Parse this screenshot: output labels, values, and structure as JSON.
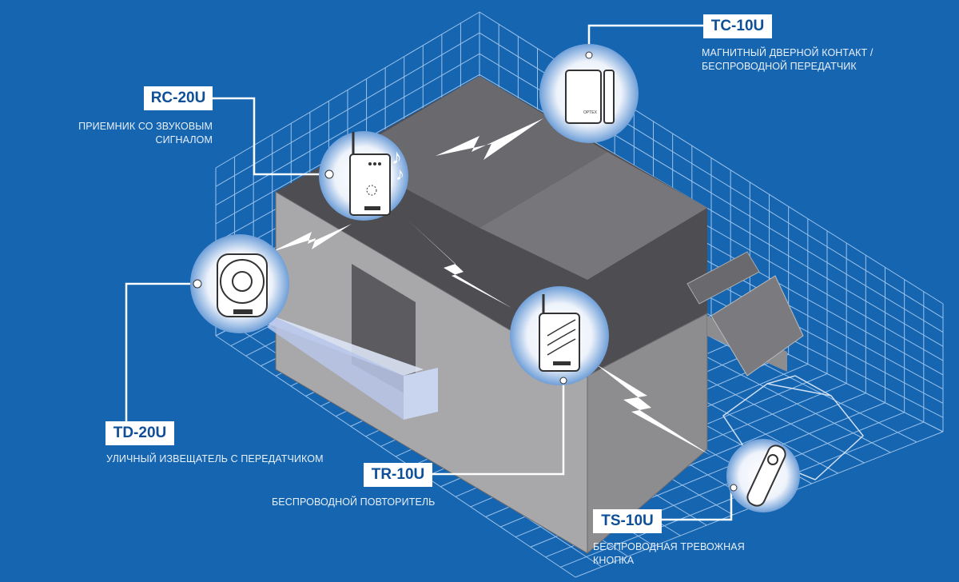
{
  "colors": {
    "background": "#1565b0",
    "grid": "#9cc2ea",
    "wall_light": "#a9a9ab",
    "wall_dark": "#5c5c60",
    "tag_text": "#0f4f97"
  },
  "devices": [
    {
      "model": "TC-10U",
      "description": [
        "МАГНИТНЫЙ ДВЕРНОЙ КОНТАКТ /",
        "БЕСПРОВОДНОЙ ПЕРЕДАТЧИК"
      ]
    },
    {
      "model": "RC-20U",
      "description": [
        "ПРИЕМНИК СО ЗВУКОВЫМ",
        "СИГНАЛОМ"
      ]
    },
    {
      "model": "TD-20U",
      "description": [
        "УЛИЧНЫЙ ИЗВЕЩАТЕЛЬ С ПЕРЕДАТЧИКОМ"
      ]
    },
    {
      "model": "TR-10U",
      "description": [
        "БЕСПРОВОДНОЙ ПОВТОРИТЕЛЬ"
      ]
    },
    {
      "model": "TS-10U",
      "description": [
        "БЕСПРОВОДНАЯ ТРЕВОЖНАЯ",
        "КНОПКА"
      ]
    }
  ],
  "logo_text": "OPTEX",
  "icons": [
    "lightning-icon",
    "music-note-icon"
  ]
}
